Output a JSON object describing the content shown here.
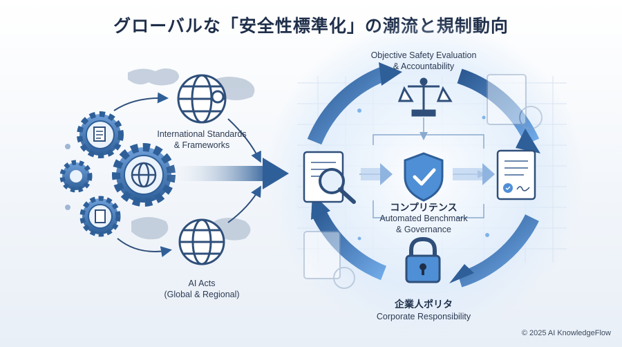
{
  "title": "グローバルな「安全性標準化」の潮流と規制動向",
  "nodes": {
    "intl_standards": [
      "International Standards",
      "& Frameworks"
    ],
    "ai_acts": [
      "AI Acts",
      "(Global & Regional)"
    ],
    "objective_eval": [
      "Objective Safety Evaluation",
      "& Accountability"
    ],
    "competence_jp": "コンプリテンス",
    "competence_en": [
      "Automated Benchmark",
      "& Governance"
    ],
    "corporate_jp": "企業人ポリタ",
    "corporate_en": "Corporate Responsibility"
  },
  "icons": [
    "gear-document-icon",
    "gear-globe-icon",
    "gear-plain-icon",
    "gear-file-icon",
    "globe-icon",
    "world-map-icon",
    "arrow-right-icon",
    "magnifier-document-icon",
    "scales-icon",
    "shield-check-icon",
    "padlock-icon",
    "certificate-icon",
    "circular-arrows-icon"
  ],
  "colors": {
    "primary": "#2f5f98",
    "accent": "#4f8fd6",
    "light": "#c9dcf2",
    "text": "#1f2f4a"
  },
  "footer": {
    "copyright": "© 2025 AI KnowledgeFlow"
  }
}
